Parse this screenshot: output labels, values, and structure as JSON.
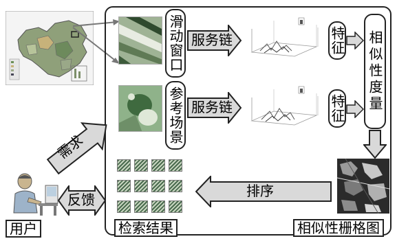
{
  "labels": {
    "sliding_window": "滑动窗口",
    "reference_scene": "参考场景",
    "service_chain_top": "服务链",
    "service_chain_bottom": "服务链",
    "feature_top": "特征",
    "feature_bottom": "特征",
    "similarity_measure": "相似性度量",
    "similarity_raster": "相似性栅格图",
    "sort": "排序",
    "retrieval_result": "检索结果",
    "demand": "需求",
    "feedback": "反馈",
    "user": "用户"
  },
  "colors": {
    "arrow_fill": "#d9d9d9",
    "stroke": "#222222",
    "map_green": "#6a8f55"
  },
  "icons": {
    "map": "china-map-thumbnail",
    "user": "user-at-desk-icon"
  }
}
